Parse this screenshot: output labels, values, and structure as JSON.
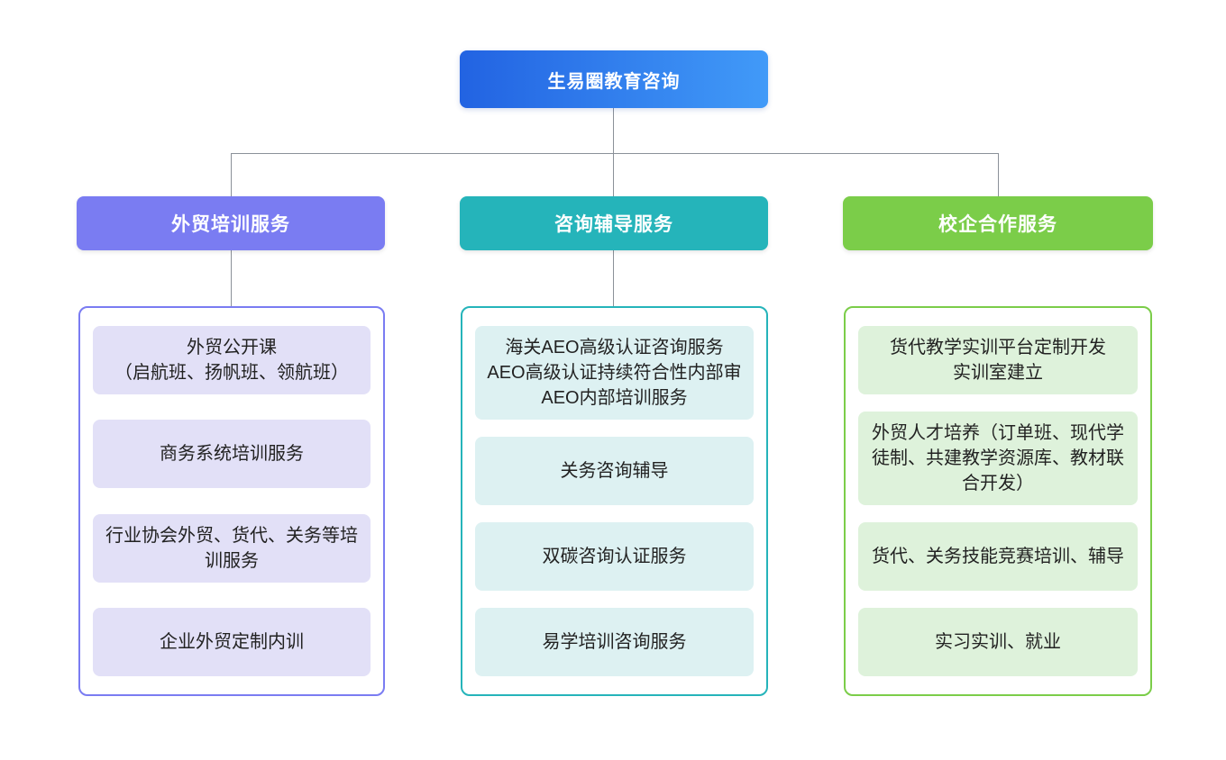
{
  "root": {
    "label": "生易圈教育咨询",
    "gradient_from": "#2263e2",
    "gradient_to": "#419af8"
  },
  "connector_color": "#8b9199",
  "branches": [
    {
      "label": "外贸培训服务",
      "accent": "#7a7cf2",
      "tint": "#e2e0f7",
      "items": [
        "外贸公开课\n（启航班、扬帆班、领航班）",
        "商务系统培训服务",
        "行业协会外贸、货代、关务等培训服务",
        "企业外贸定制内训"
      ]
    },
    {
      "label": "咨询辅导服务",
      "accent": "#25b4ba",
      "tint": "#ddf1f2",
      "items": [
        "海关AEO高级认证咨询服务\nAEO高级认证持续符合性内部审\nAEO内部培训服务",
        "关务咨询辅导",
        "双碳咨询认证服务",
        "易学培训咨询服务"
      ]
    },
    {
      "label": "校企合作服务",
      "accent": "#7bcd49",
      "tint": "#def2db",
      "items": [
        "货代教学实训平台定制开发\n实训室建立",
        "外贸人才培养（订单班、现代学徒制、共建教学资源库、教材联合开发）",
        "货代、关务技能竞赛培训、辅导",
        "实习实训、就业"
      ]
    }
  ]
}
